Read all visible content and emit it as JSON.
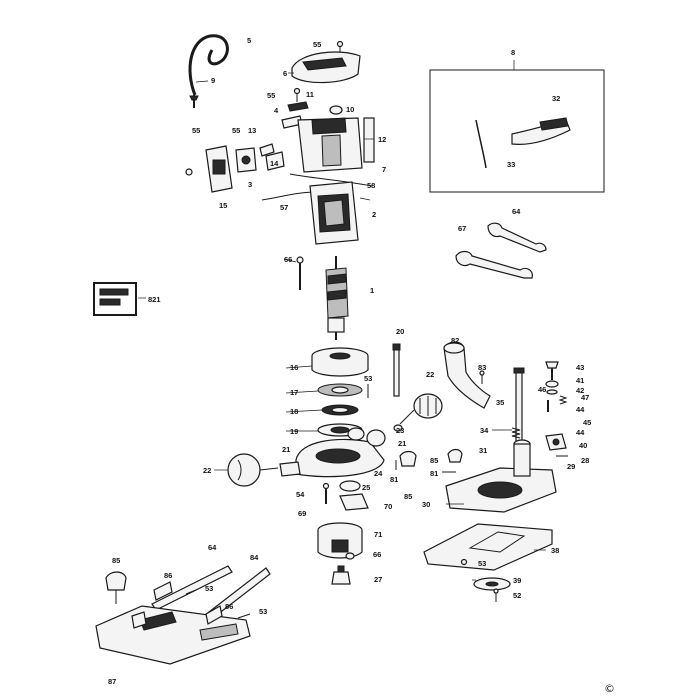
{
  "labels": {
    "l5": "5",
    "l9": "9",
    "l55a": "55",
    "l6": "6",
    "l55b": "55",
    "l11": "11",
    "l4": "4",
    "l10": "10",
    "l55c": "55",
    "l55d": "55",
    "l13": "13",
    "l12": "12",
    "l14": "14",
    "l7": "7",
    "l3": "3",
    "l15": "15",
    "l58": "58",
    "l57": "57",
    "l2": "2",
    "l8": "8",
    "l32": "32",
    "l33": "33",
    "l64a": "64",
    "l67": "67",
    "l66a": "66",
    "l821": "821",
    "l1": "1",
    "l20": "20",
    "l82": "82",
    "l83": "83",
    "l16": "16",
    "l53a": "53",
    "l22a": "22",
    "l17": "17",
    "l18": "18",
    "l35": "35",
    "l43": "43",
    "l41": "41",
    "l42": "42",
    "l46": "46",
    "l47": "47",
    "l45": "45",
    "l44a": "44",
    "l44b": "44",
    "l19": "19",
    "l23": "23",
    "l21a": "21",
    "l21b": "21",
    "l34": "34",
    "l40": "40",
    "l22b": "22",
    "l24": "24",
    "l31": "31",
    "l28": "28",
    "l29": "29",
    "l85a": "85",
    "l81a": "81",
    "l81b": "81",
    "l85b": "85",
    "l25": "25",
    "l54": "54",
    "l30": "30",
    "l69": "69",
    "l70": "70",
    "l71": "71",
    "l38": "38",
    "l66b": "66",
    "l53b": "53",
    "l27": "27",
    "l39": "39",
    "l52": "52",
    "l85c": "85",
    "l64b": "64",
    "l84": "84",
    "l86a": "86",
    "l53c": "53",
    "l86b": "86",
    "l53d": "53",
    "l87": "87"
  },
  "copyright_symbol": "©"
}
